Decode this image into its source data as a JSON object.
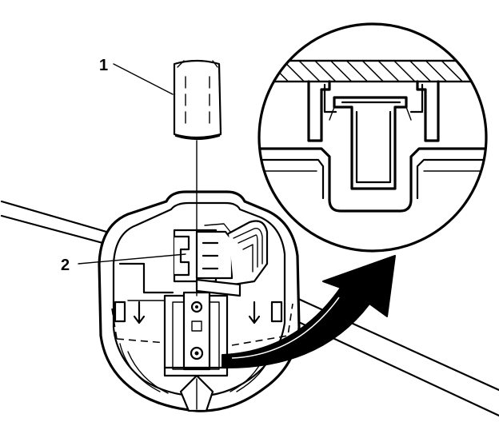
{
  "callouts": [
    {
      "id": "1",
      "label": "1"
    },
    {
      "id": "2",
      "label": "2"
    }
  ],
  "colors": {
    "ink": "#000000",
    "paper": "#ffffff"
  },
  "icons": {
    "detail_arrow": "curved-arrow-icon",
    "detail_view": "magnified-detail-circle"
  }
}
